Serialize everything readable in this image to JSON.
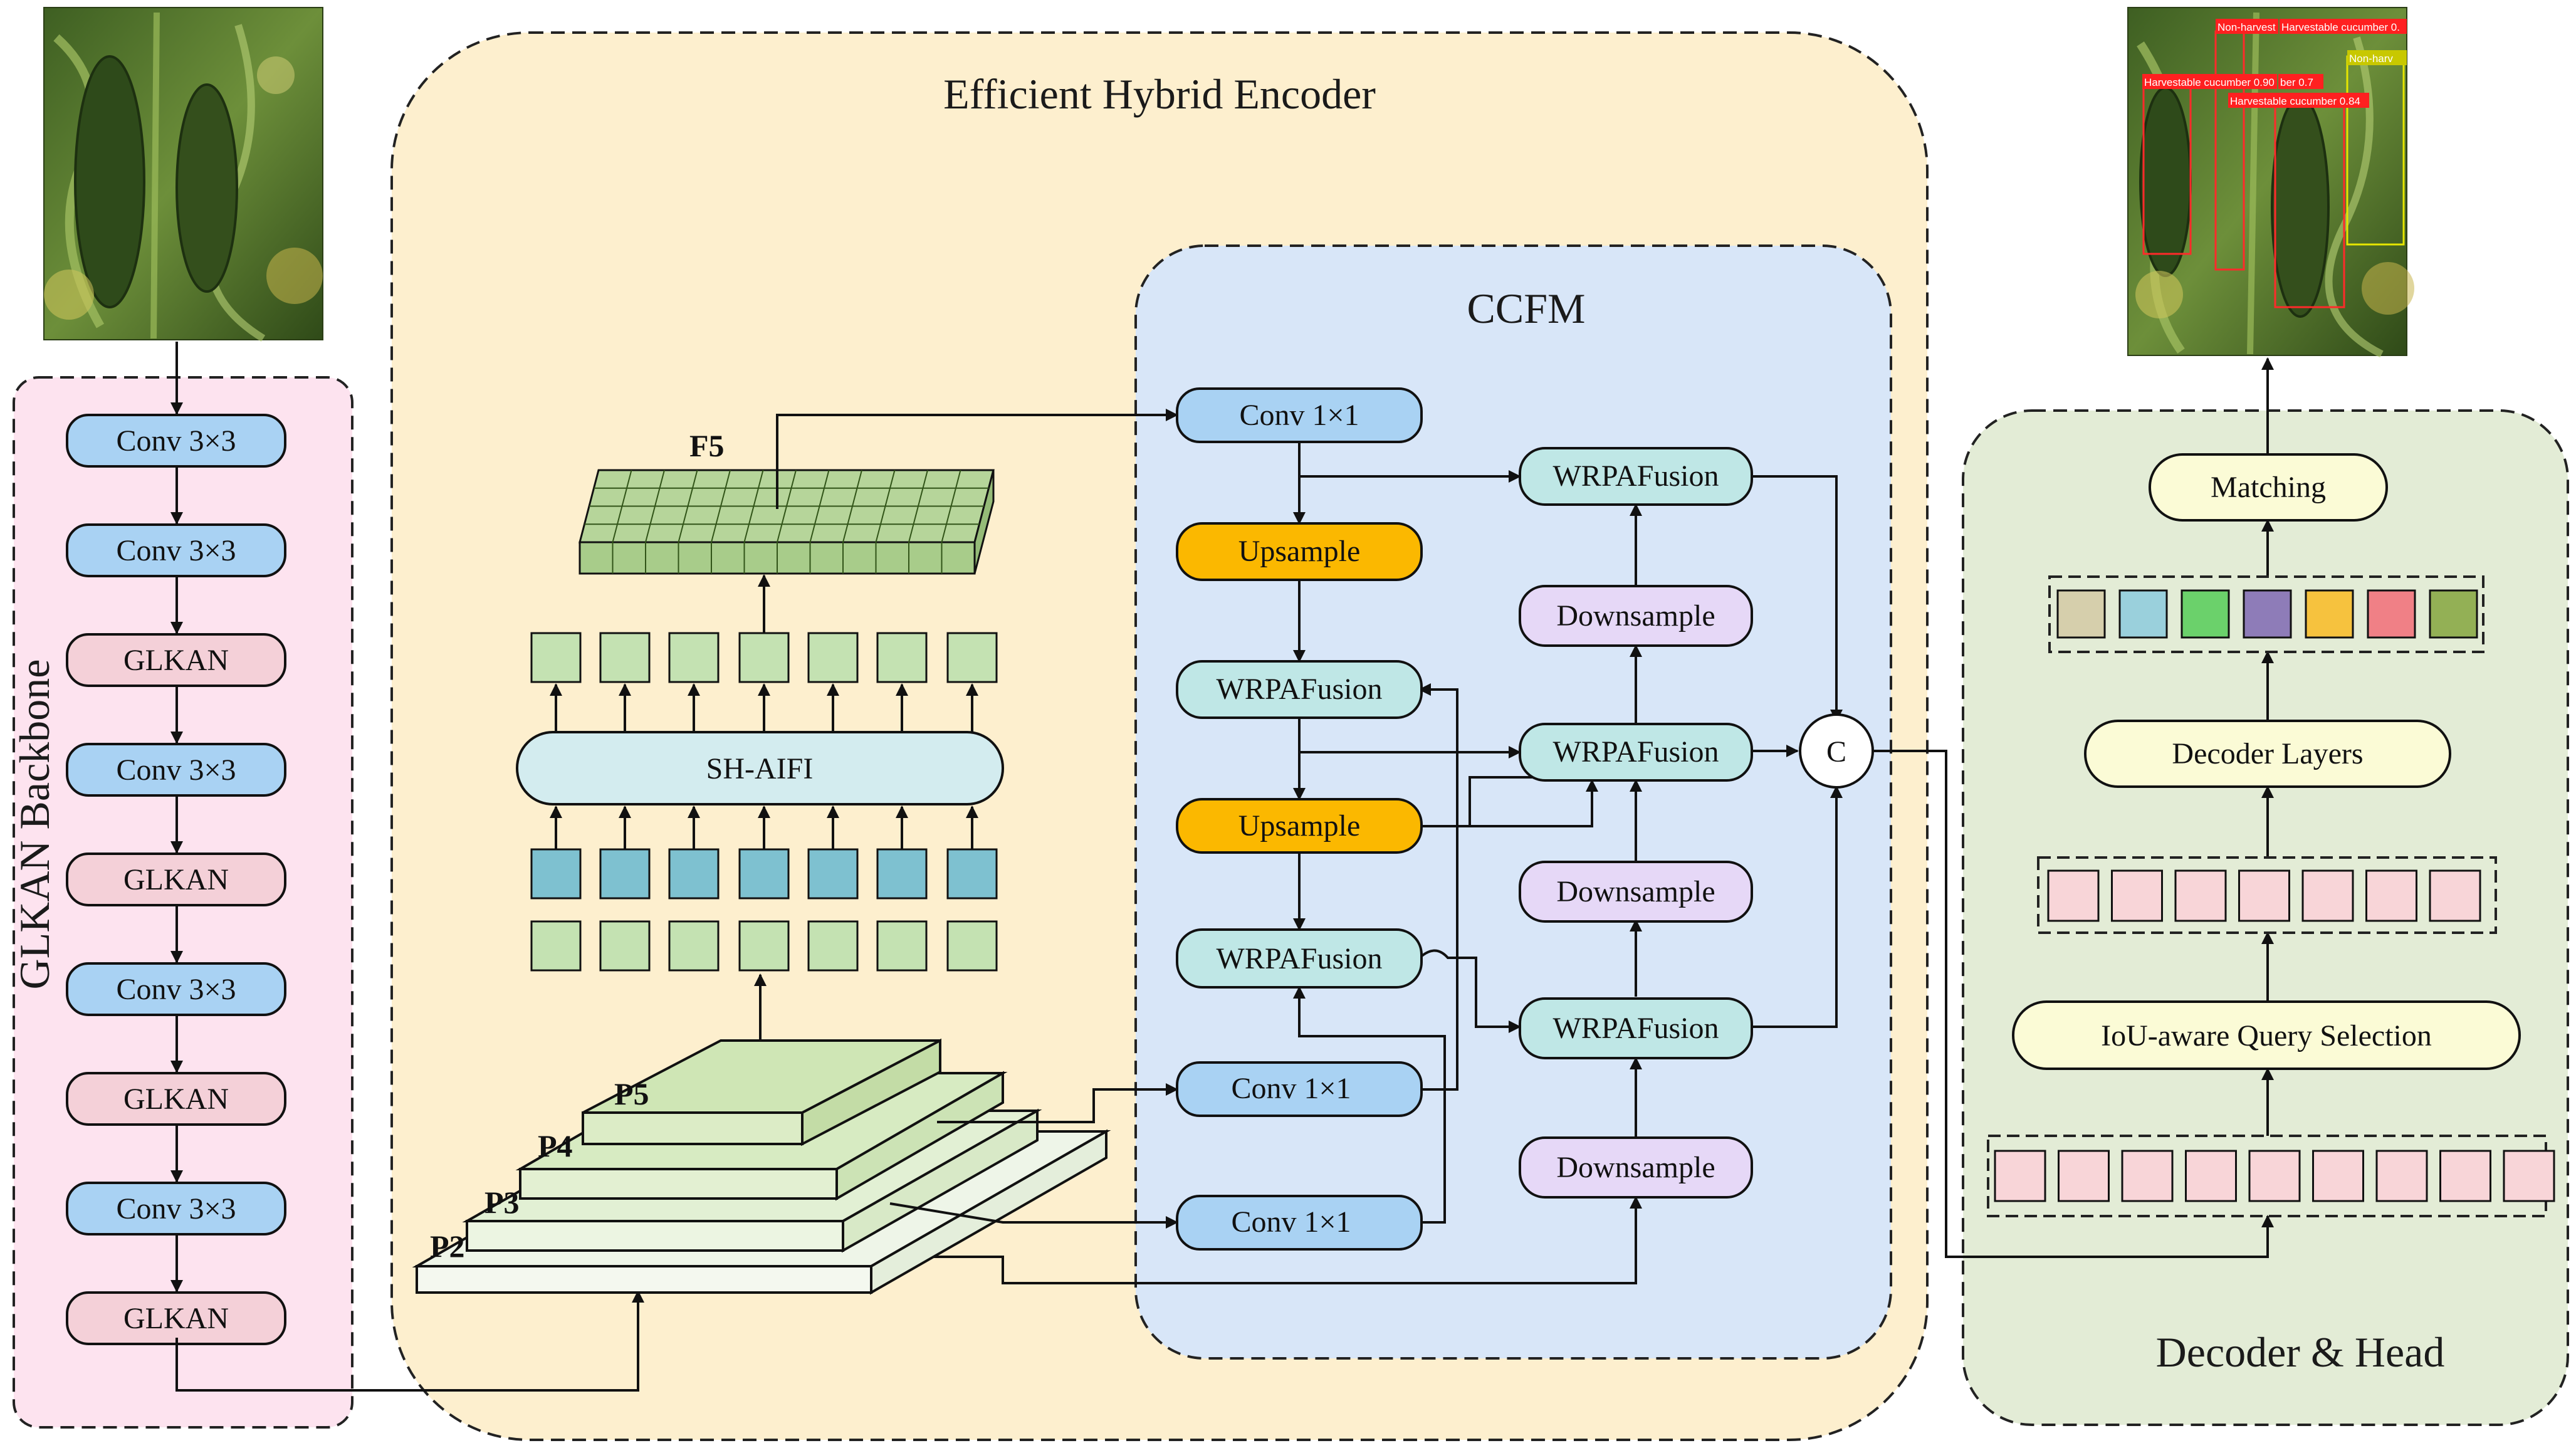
{
  "backbone": {
    "title": "GLKAN Backbone",
    "layers": [
      "Conv 3×3",
      "Conv 3×3",
      "GLKAN",
      "Conv 3×3",
      "GLKAN",
      "Conv 3×3",
      "GLKAN",
      "Conv 3×3",
      "GLKAN"
    ]
  },
  "encoder": {
    "title": "Efficient Hybrid Encoder",
    "f5_label": "F5",
    "aifi_label": "SH-AIFI",
    "pyramid_labels": [
      "P5",
      "P4",
      "P3",
      "P2"
    ]
  },
  "ccfm": {
    "title": "CCFM",
    "conv1x1_label": "Conv 1×1",
    "upsample_label": "Upsample",
    "fusion_label": "WRPAFusion",
    "downsample_label": "Downsample",
    "concat_label": "C"
  },
  "decoder": {
    "title": "Decoder & Head",
    "matching_label": "Matching",
    "decoder_layers_label": "Decoder Layers",
    "query_selection_label": "IoU-aware Query Selection",
    "query_colors": [
      "#d6cfac",
      "#9ad0dc",
      "#6bd16b",
      "#8e7cb8",
      "#f6c23e",
      "#f08086",
      "#93b055"
    ]
  },
  "detections": {
    "labels": [
      "Non-harvest",
      "Harvestable cucumber 0.",
      "Non-harv",
      "Harvestable cucumber 0.90",
      "ber 0.7",
      "Harvestable cucumber 0.84"
    ]
  },
  "colors": {
    "backbone_bg": "#fde3ef",
    "encoder_bg": "#fdefce",
    "ccfm_bg": "#d8e6f8",
    "decoder_bg": "#e3ecd6",
    "conv_blue": "#a9d2f3",
    "glkan_pink": "#f4d0d8",
    "upsample_orange": "#fbb800",
    "fusion_teal": "#bfe7e6",
    "downsample_lilac": "#e6d8f7",
    "pale_yellow": "#fbfbd6"
  }
}
